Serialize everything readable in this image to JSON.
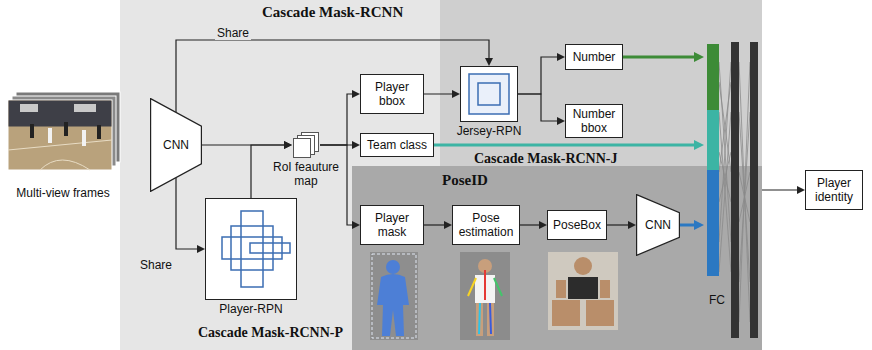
{
  "diagram": {
    "nodes": [
      {
        "text": [
          "Cascade Mask-RCNN"
        ]
      },
      {
        "text": [
          "Cascade Mask-RCNN-J"
        ],
        "in": 0
      },
      {
        "text": [
          "PoseID"
        ],
        "in": 0
      },
      {
        "text": [
          "CNN"
        ],
        "in": 0
      },
      {
        "text": [
          "Player-RPN"
        ],
        "in": 0
      },
      {
        "text": [
          "RoI feauture map"
        ],
        "in": 0
      },
      {
        "text": [
          "Player bbox"
        ],
        "in": 0
      },
      {
        "text": [
          "Team class"
        ],
        "in": 0
      },
      {
        "text": [
          "Jersey-RPN"
        ],
        "in": 1
      },
      {
        "text": [
          "Number"
        ],
        "in": 1
      },
      {
        "text": [
          "Number bbox"
        ],
        "in": 1
      },
      {
        "text": [
          "Player mask"
        ],
        "in": 2
      },
      {
        "text": [
          "Pose estimation"
        ],
        "in": 2
      },
      {
        "text": [
          "PoseBox"
        ],
        "in": 2
      },
      {
        "text": [
          "CNN"
        ],
        "in": 2
      },
      {
        "text": [
          "FC"
        ],
        "in": 0
      },
      {
        "text": [
          "Player identity"
        ]
      }
    ],
    "edges": [
      {
        "from": 3,
        "to": 8,
        "label": "Share",
        "arrow": "to"
      },
      {
        "from": 3,
        "to": 4,
        "label": "Share",
        "arrow": "to"
      },
      {
        "from": 3,
        "to": 5,
        "arrow": "to"
      },
      {
        "from": 4,
        "to": 5,
        "arrow": "to"
      },
      {
        "from": 5,
        "to": 6,
        "arrow": "to"
      },
      {
        "from": 5,
        "to": 7,
        "arrow": "to"
      },
      {
        "from": 5,
        "to": 11,
        "arrow": "to"
      },
      {
        "from": 6,
        "to": 8,
        "arrow": "to"
      },
      {
        "from": 8,
        "to": 9,
        "arrow": "to"
      },
      {
        "from": 8,
        "to": 10,
        "arrow": "to"
      },
      {
        "from": 9,
        "to": 15,
        "arrow": "to"
      },
      {
        "from": 7,
        "to": 15,
        "arrow": "to"
      },
      {
        "from": 11,
        "to": 12,
        "arrow": "to"
      },
      {
        "from": 12,
        "to": 13,
        "arrow": "to"
      },
      {
        "from": 13,
        "to": 14,
        "arrow": "to"
      },
      {
        "from": 14,
        "to": 15,
        "arrow": "to"
      },
      {
        "from": 15,
        "to": 16,
        "arrow": "to"
      }
    ],
    "labels": [
      "Multi-view frames",
      "Cascade Mask-RCNN-P"
    ]
  }
}
